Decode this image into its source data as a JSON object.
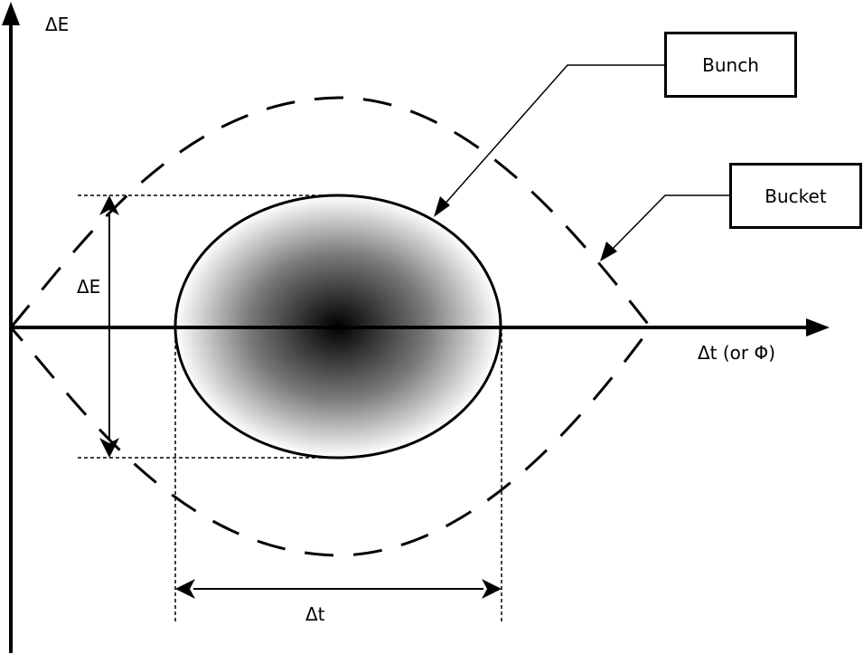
{
  "labels": {
    "y_axis": "ΔE",
    "x_axis": "Δt (or Φ)",
    "energy_spread": "ΔE",
    "time_spread": "Δt"
  },
  "callouts": {
    "bunch": "Bunch",
    "bucket": "Bucket"
  },
  "colors": {
    "stroke": "#000000",
    "background": "#ffffff",
    "bunch_center": "#000000",
    "bunch_edge": "#ffffff"
  }
}
